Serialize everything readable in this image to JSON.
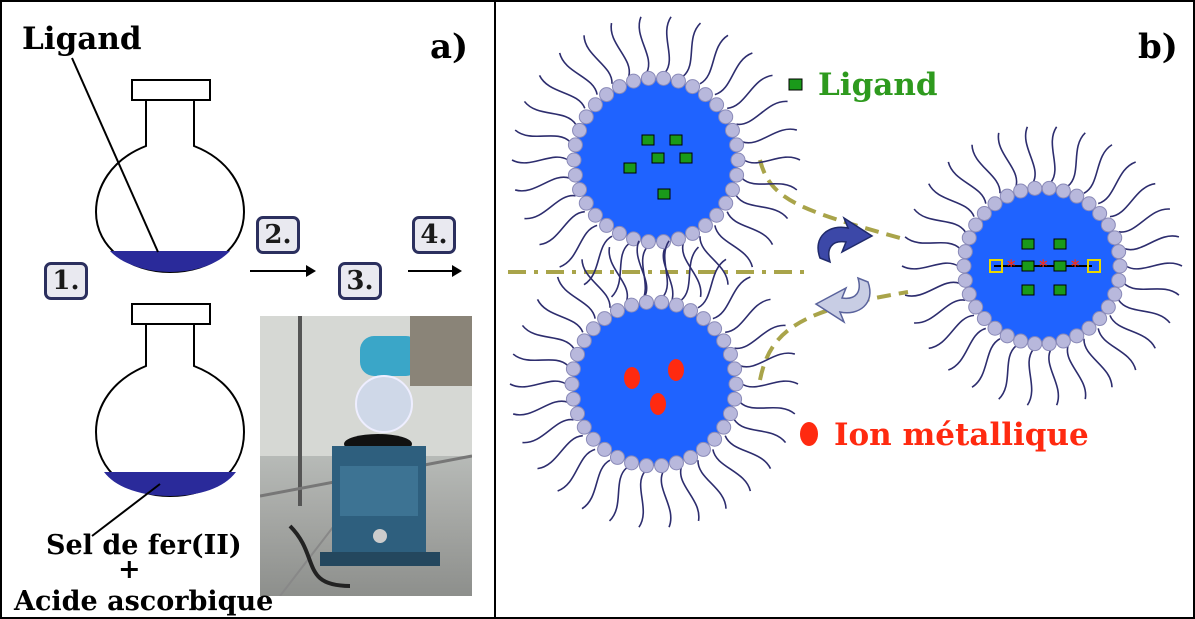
{
  "panel_a": {
    "label": "a)",
    "ligand_label": "Ligand",
    "steps": [
      "1.",
      "2.",
      "3.",
      "4."
    ],
    "bottom_line1": "Sel de fer(II)",
    "bottom_plus": "+",
    "bottom_line2": "Acide ascorbique"
  },
  "panel_b": {
    "label": "b)",
    "legend_ligand": "Ligand",
    "legend_ion": "Ion métallique"
  },
  "colors": {
    "micelle_core": "#1f63ff",
    "bead": "#b8b8dc",
    "tail": "#2d2d6e",
    "ligand": "#1a9a1a",
    "ion": "#ff2a10",
    "ligand_text": "#2e9a1e",
    "ion_text": "#ff2a10",
    "step_border": "#2b2f5e",
    "flask_liquid": "#2a2a9a"
  },
  "icons": [
    "round-bottom-flask",
    "exchange-arrows-icon",
    "photo-vortex-mixer"
  ]
}
